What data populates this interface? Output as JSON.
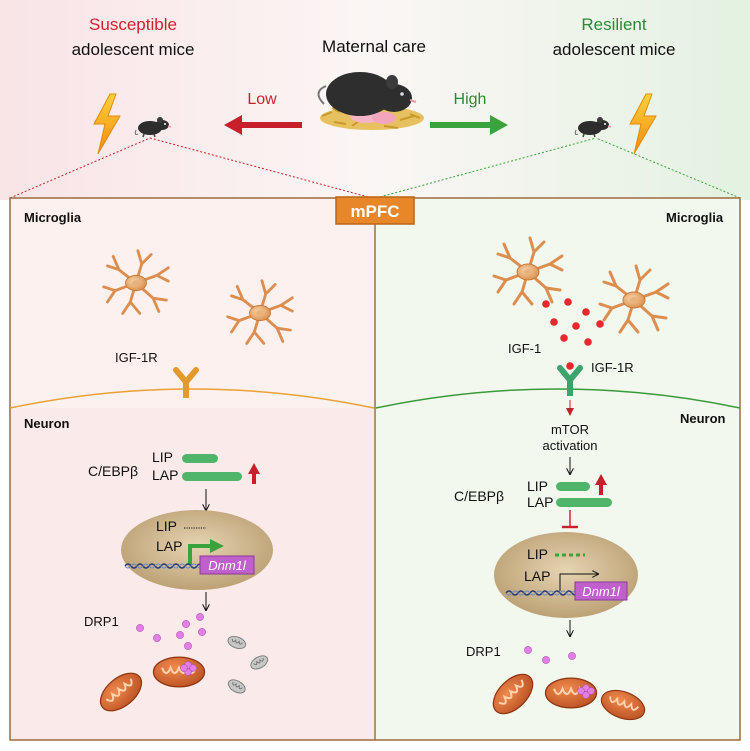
{
  "header": {
    "left_title_1": "Susceptible",
    "left_title_2": "adolescent mice",
    "center_title": "Maternal care",
    "right_title_1": "Resilient",
    "right_title_2": "adolescent mice",
    "low_label": "Low",
    "high_label": "High"
  },
  "region_badge": "mPFC",
  "left_panel": {
    "microglia_label": "Microglia",
    "receptor_label": "IGF-1R",
    "neuron_label": "Neuron",
    "tf_label": "C/EBPβ",
    "lip_label": "LIP",
    "lap_label": "LAP",
    "nucleus_lip_label": "LIP",
    "nucleus_lap_label": "LAP",
    "gene_label": "Dnm1l",
    "drp1_label": "DRP1"
  },
  "right_panel": {
    "microglia_label": "Microglia",
    "ligand_label": "IGF-1",
    "receptor_label": "IGF-1R",
    "neuron_label": "Neuron",
    "mtor_label_1": "mTOR",
    "mtor_label_2": "activation",
    "tf_label": "C/EBPβ",
    "lip_label": "LIP",
    "lap_label": "LAP",
    "nucleus_lip_label": "LIP",
    "nucleus_lap_label": "LAP",
    "gene_label": "Dnm1l",
    "drp1_label": "DRP1"
  },
  "colors": {
    "susceptible": "#d01f2c",
    "resilient": "#2a8a36",
    "low_arrow": "#c8202a",
    "high_arrow": "#3ba33c",
    "panel_border": "#9c6b3d",
    "badge_fill": "#e8862a",
    "microglia": "#dd8e4f",
    "protein_bar": "#4fb56b",
    "drp1": "#e27ee6",
    "gene_box": "#c060cc",
    "nucleus": "#cdb48a"
  },
  "icons": [
    "mouse-icon",
    "mother-mouse-icon",
    "lightning-icon",
    "microglia-icon",
    "receptor-icon",
    "mitochondrion-icon"
  ]
}
